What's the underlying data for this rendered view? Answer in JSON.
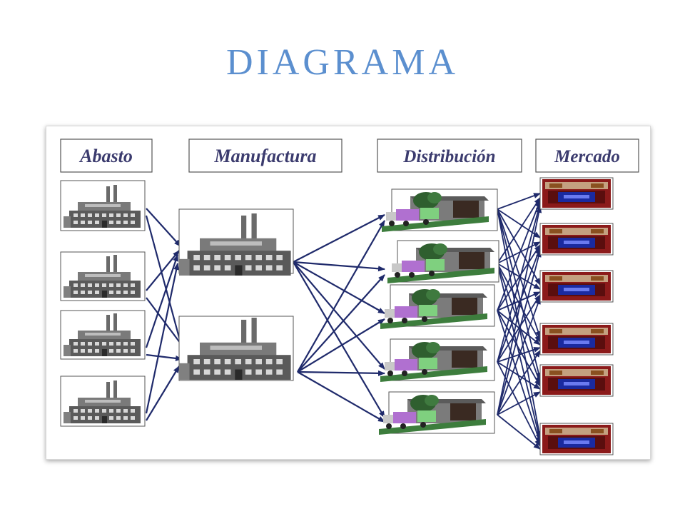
{
  "title": "DIAGRAMA",
  "diagram": {
    "headers": {
      "supply": "Abasto",
      "manufacturing": "Manufactura",
      "distribution": "Distribución",
      "market": "Mercado"
    },
    "nodes": {
      "supply": 4,
      "manufacturing": 2,
      "distribution": 5,
      "market": 6
    },
    "colors": {
      "title": "#5b8fcf",
      "header_text": "#3b3b6e",
      "arrow": "#1f2a6b",
      "factory": "#5a5a5a",
      "warehouse_roof": "#2f5f2f",
      "truck": "#b070d0",
      "store": "#8b1a1a",
      "store_sign": "#1a2aa0"
    }
  }
}
